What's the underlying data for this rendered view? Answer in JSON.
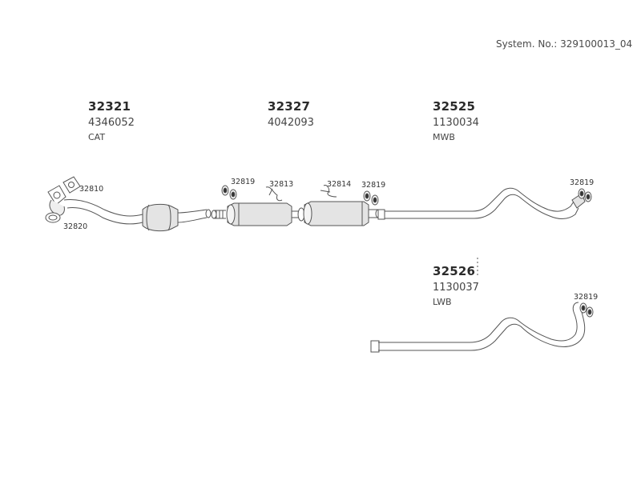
{
  "system_number": "System. No.: 329100013_04",
  "parts": [
    {
      "part": "32321",
      "ref": "4346052",
      "note": "CAT"
    },
    {
      "part": "32327",
      "ref": "4042093",
      "note": ""
    },
    {
      "part": "32525",
      "ref": "1130034",
      "note": "MWB"
    },
    {
      "part": "32526",
      "ref": "1130037",
      "note": "LWB"
    }
  ],
  "callouts": [
    "32810",
    "32820",
    "32819",
    "32813",
    "32814",
    "32819",
    "32819",
    "32819"
  ],
  "colors": {
    "line": "#555555",
    "fill": "#ffffff",
    "shade": "#d9d9d9",
    "dark": "#333333"
  }
}
